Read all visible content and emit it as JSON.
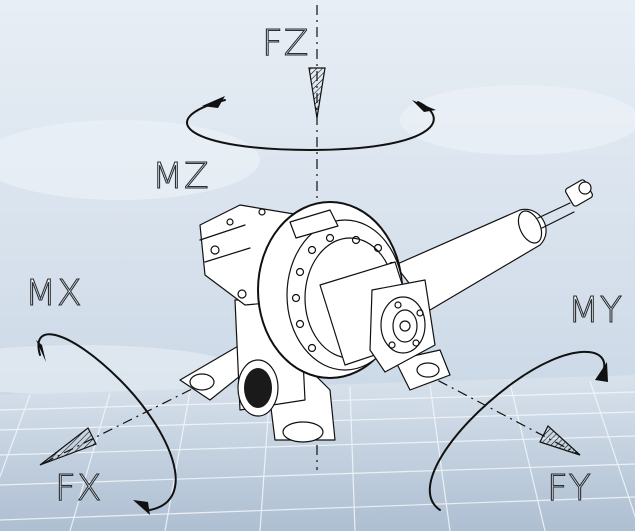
{
  "diagram": {
    "labels": {
      "fz": "FZ",
      "mz": "MZ",
      "mx": "MX",
      "my": "MY",
      "fx": "FX",
      "fy": "FY"
    },
    "colors": {
      "sky_top": "#e3ebf3",
      "sky_bottom": "#c9d6e4",
      "ground": "#c3d2e1",
      "ink": "#111111"
    },
    "icons": [
      "slewing-drive-device",
      "force-arrow",
      "moment-arrow"
    ]
  }
}
